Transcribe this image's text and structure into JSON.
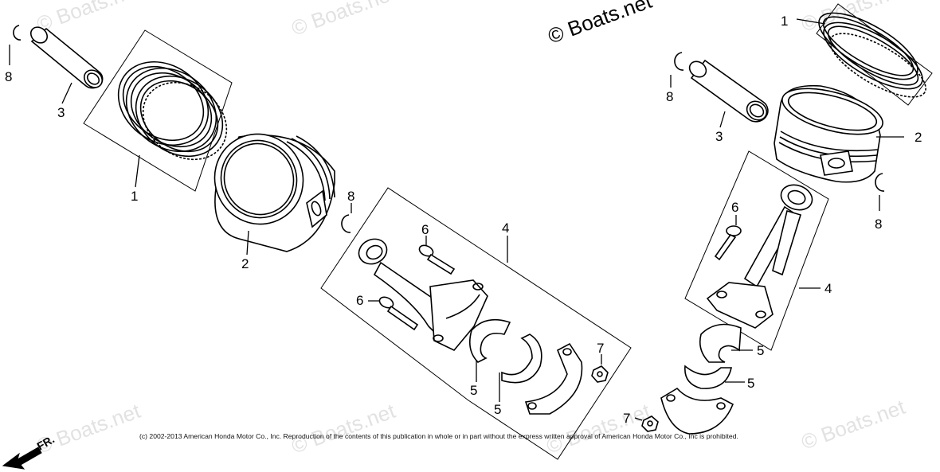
{
  "watermarks": {
    "small": "© Boats.net",
    "prominent": "© Boats.net"
  },
  "copyright": "(c) 2002-2013 American Honda Motor Co., Inc. Reproduction of the contents of this publication in whole or in part without the express written approval of American Honda Motor Co., Inc is prohibited.",
  "direction_marker": "FR.",
  "callouts": {
    "piston_ring_left": "1",
    "piston_ring_right": "1",
    "piston_left": "2",
    "piston_right": "2",
    "piston_pin_left": "3",
    "piston_pin_right": "3",
    "connecting_rod_left": "4",
    "connecting_rod_right": "4",
    "bearing_left_a": "5",
    "bearing_left_b": "5",
    "bearing_right_a": "5",
    "bearing_right_b": "5",
    "rod_bolt_left_a": "6",
    "rod_bolt_left_b": "6",
    "rod_bolt_right": "6",
    "rod_nut_left": "7",
    "rod_nut_right": "7",
    "pin_clip_left_a": "8",
    "pin_clip_left_b": "8",
    "pin_clip_right_a": "8",
    "pin_clip_right_b": "8"
  }
}
